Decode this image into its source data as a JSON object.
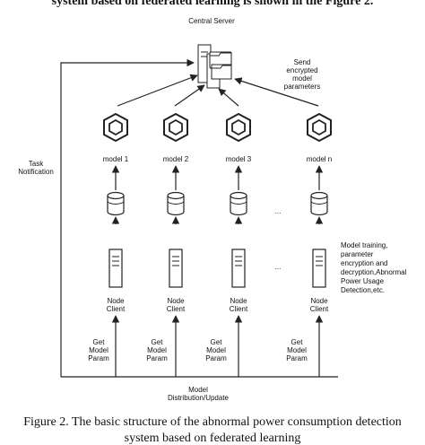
{
  "header_cut": "system based on federated learning is shown in the Figure 2.",
  "server": {
    "label": "Central Server"
  },
  "send_label": [
    "Send",
    "encrypted",
    "model",
    "parameters"
  ],
  "task_label": [
    "Task",
    "Notification"
  ],
  "models": [
    "model 1",
    "model 2",
    "model 3",
    "model n"
  ],
  "ellipsis": "...",
  "node_label": [
    "Node",
    "Client"
  ],
  "node_note": [
    "Model training,",
    "parameter",
    "encryption and",
    "decryption,Abnormal",
    "Power Usage",
    "Detection,etc."
  ],
  "get_param_label": [
    "Get",
    "Model",
    "Param"
  ],
  "bottom_label": [
    "Model",
    "Distribution/Update"
  ],
  "caption": [
    "Figure 2.  The basic structure of the abnormal power consumption detection",
    "system based on federated learning"
  ]
}
